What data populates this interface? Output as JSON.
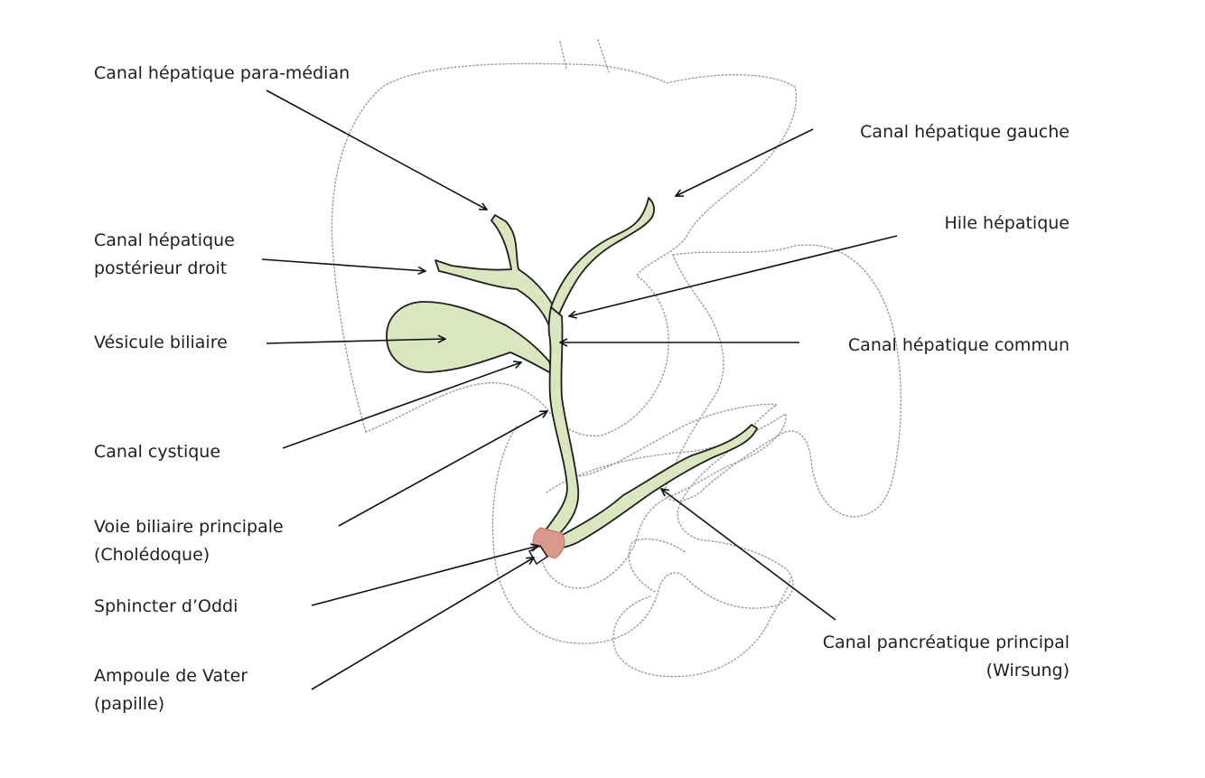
{
  "colors": {
    "duct_fill": "#d9e6be",
    "duct_stroke": "#1e1e1e",
    "sphincter_fill": "#d9988c",
    "organ_outline": "#9a9a9a",
    "arrow": "#111111"
  },
  "labels": {
    "para_median": [
      "Canal hépatique para-médian"
    ],
    "posterior_right": [
      "Canal hépatique",
      "postérieur droit"
    ],
    "gallbladder": [
      "Vésicule biliaire"
    ],
    "cystic": [
      "Canal cystique"
    ],
    "common_bile": [
      "Voie biliaire principale",
      "(Cholédoque)"
    ],
    "sphincter": [
      "Sphincter d’Oddi"
    ],
    "ampulla": [
      "Ampoule de Vater",
      "(papille)"
    ],
    "left_hepatic": [
      "Canal hépatique gauche"
    ],
    "hilum": [
      "Hile hépatique"
    ],
    "common_hepatic": [
      "Canal hépatique commun"
    ],
    "pancreatic": [
      "Canal pancréatique principal",
      "(Wirsung)"
    ]
  }
}
